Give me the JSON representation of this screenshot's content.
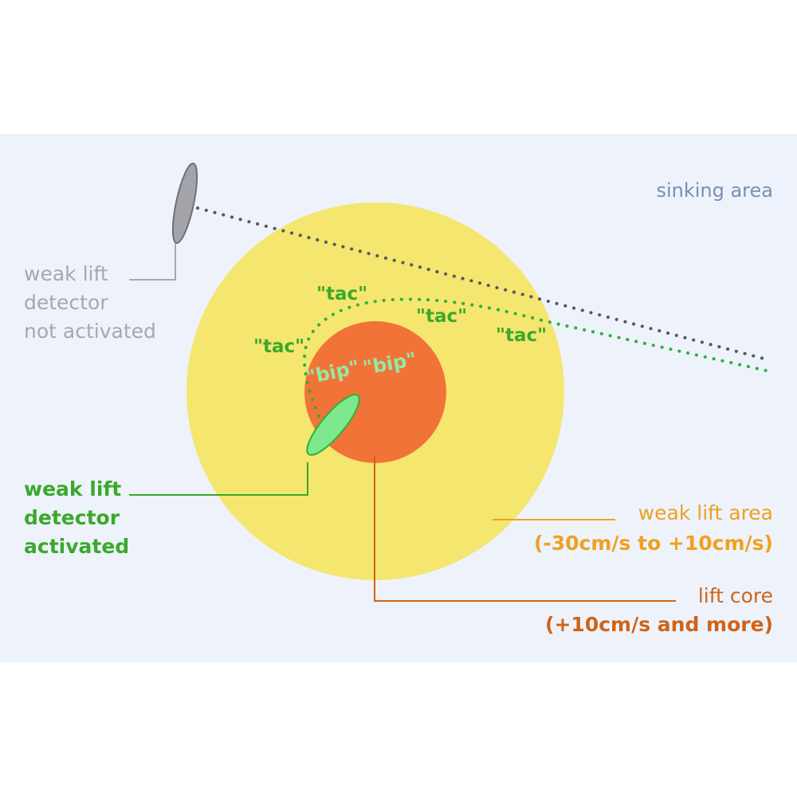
{
  "labels": {
    "sinking_area": "sinking area",
    "detector_off": [
      "weak lift",
      "detector",
      "not activated"
    ],
    "detector_on": [
      "weak lift",
      "detector",
      "activated"
    ],
    "weak_lift_area": "weak lift area",
    "weak_lift_range": "(-30cm/s to +10cm/s)",
    "lift_core": "lift core",
    "lift_core_range": "(+10cm/s and more)"
  },
  "sounds": {
    "tac": "\"tac\"",
    "bip": "\"bip\""
  },
  "colors": {
    "panel_bg": "#eef3fb",
    "weak_lift_area": "#f5e66f",
    "lift_core": "#f27338",
    "detector_inactive": "#a2a4a9",
    "detector_active": "#7ee88e",
    "active_green": "#3aa92b",
    "sinking_text": "#7a8fb4",
    "inactive_text": "#a8a8a8",
    "weak_area_text": "#f0a020",
    "core_text": "#cf6418",
    "bip_text": "#92eaa2"
  }
}
